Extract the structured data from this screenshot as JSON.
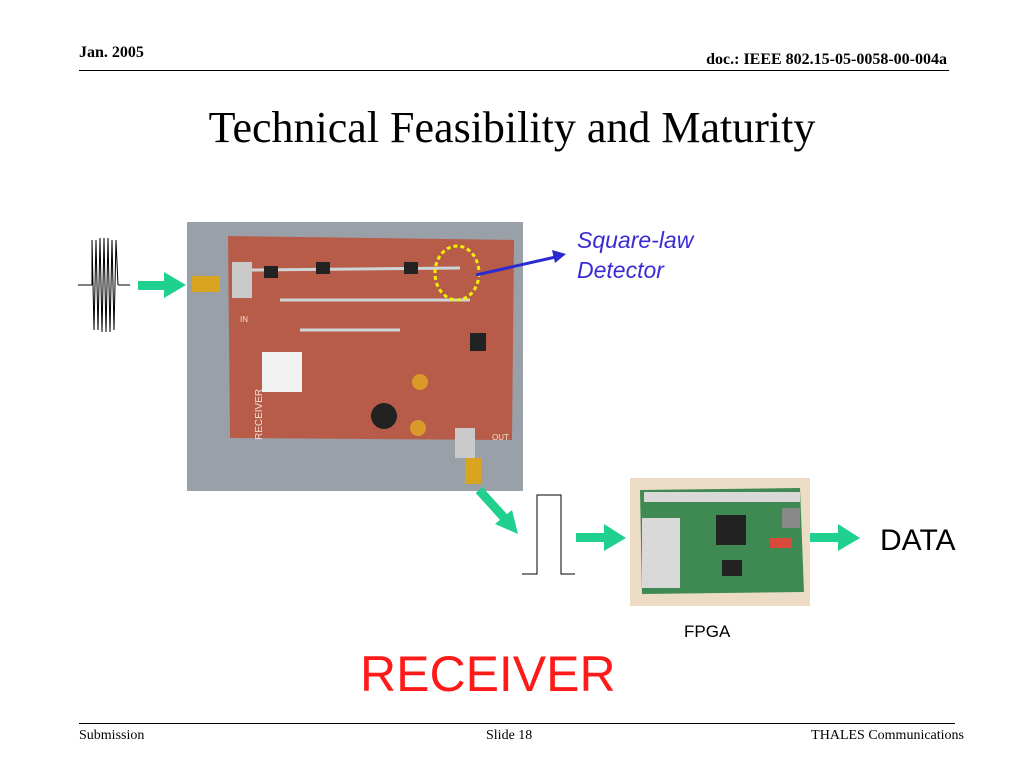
{
  "header": {
    "date": "Jan. 2005",
    "doc_id": "doc.: IEEE 802.15-05-0058-00-004a"
  },
  "title": "Technical Feasibility and Maturity",
  "figure": {
    "detector_label_line1": "Square-law",
    "detector_label_line2": "Detector",
    "board_text": "RECEIVER",
    "board_in": "IN",
    "board_out": "OUT",
    "data_label": "DATA",
    "fpga_label": "FPGA",
    "receiver_label": "RECEIVER",
    "arrow_color": "#1fd08f",
    "detector_arrow_color": "#2a2ad0",
    "highlight_color": "#f2f200"
  },
  "footer": {
    "left": "Submission",
    "center": "Slide 18",
    "right": "THALES Communications"
  }
}
